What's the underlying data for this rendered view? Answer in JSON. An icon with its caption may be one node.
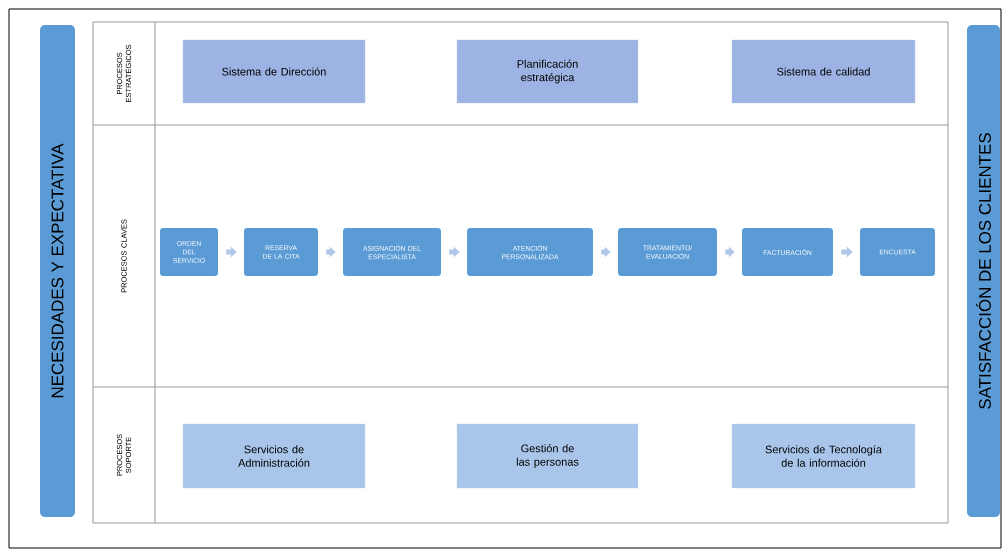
{
  "diagram": {
    "nodes": [
      {
        "text": [
          "NECESIDADES Y EXPECTATIVA"
        ]
      },
      {
        "text": [
          "Sistema de Dirección"
        ]
      },
      {
        "text": [
          "Planificación estratégica"
        ]
      },
      {
        "text": [
          "Sistema de calidad"
        ]
      },
      {
        "text": [
          "ORDEN DEL SERVICIO"
        ]
      },
      {
        "text": [
          "RESERVA DE LA CITA"
        ]
      },
      {
        "text": [
          "ASIGNACIÓN DEL ESPECIALISTA"
        ]
      },
      {
        "text": [
          "ATENCIÓN PERSONALIZADA"
        ]
      },
      {
        "text": [
          "TRATAMIENTO/ EVALUACIÓN"
        ]
      },
      {
        "text": [
          "FACTURACIÓN"
        ]
      },
      {
        "text": [
          "ENCUESTA"
        ]
      },
      {
        "text": [
          "Servicios de Administración"
        ]
      },
      {
        "text": [
          "Gestión de las personas"
        ]
      },
      {
        "text": [
          "Servicios de Tecnología de la información"
        ]
      },
      {
        "text": [
          "SATISFACCIÓN DE LOS CLIENTES"
        ]
      }
    ],
    "edges": [
      {
        "from": 4,
        "to": 5,
        "arrow": "to"
      },
      {
        "from": 5,
        "to": 6,
        "arrow": "to"
      },
      {
        "from": 6,
        "to": 7,
        "arrow": "to"
      },
      {
        "from": 7,
        "to": 8,
        "arrow": "to"
      },
      {
        "from": 8,
        "to": 9,
        "arrow": "to"
      },
      {
        "from": 9,
        "to": 10,
        "arrow": "to"
      }
    ],
    "labels": [
      "PROCESOS ESTRATÉGICOS",
      "PROCESOS CLAVES",
      "PROCESOS SOPORTE"
    ]
  }
}
